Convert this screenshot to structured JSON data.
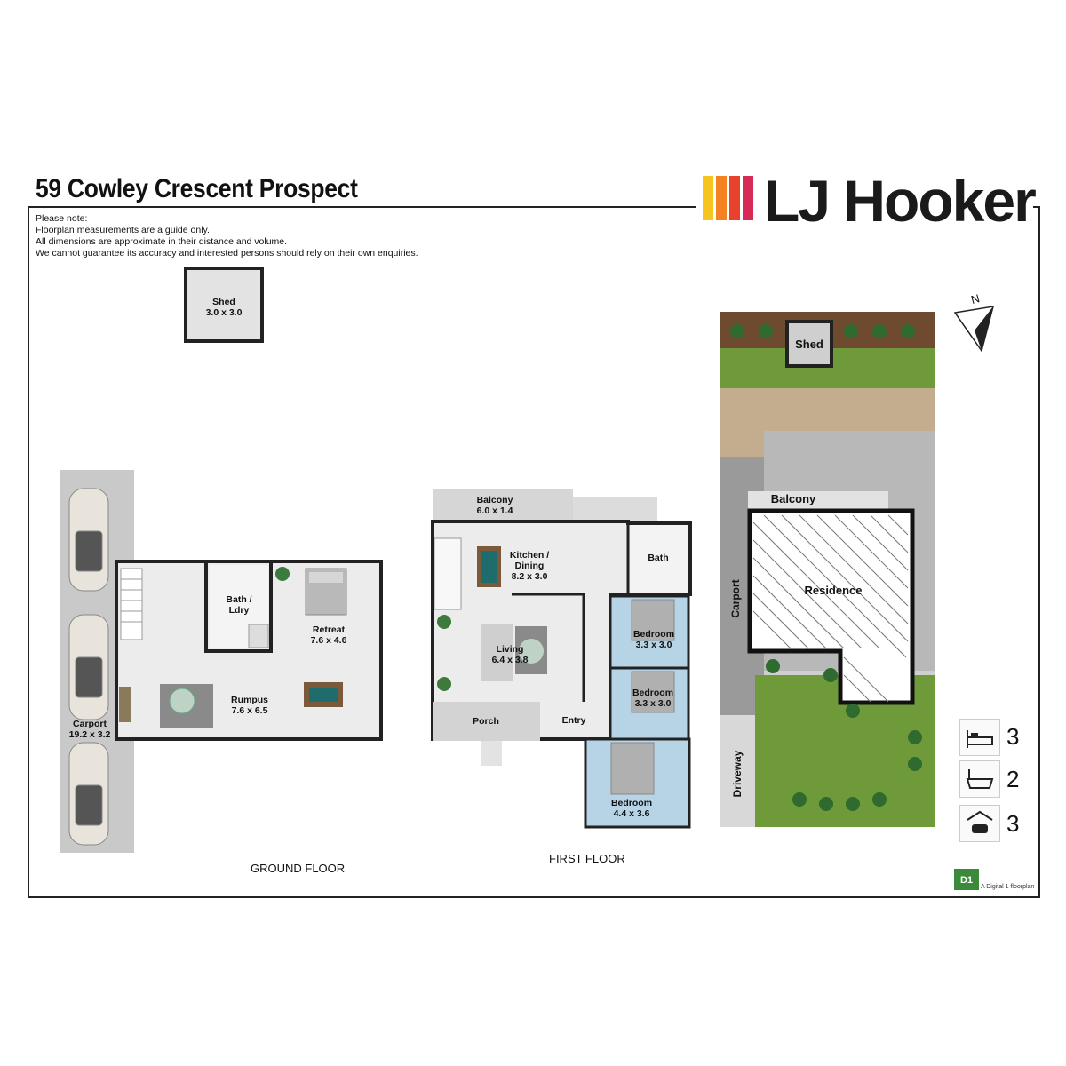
{
  "header": {
    "address": "59 Cowley Crescent Prospect",
    "brand": "LJ Hooker",
    "brand_colors": [
      "#f7c41f",
      "#f58220",
      "#e8412c",
      "#d62a57"
    ]
  },
  "notes": {
    "line1": "Please note:",
    "line2": "Floorplan measurements are a guide only.",
    "line3": "All dimensions are approximate in their distance and volume.",
    "line4": "We cannot guarantee its accuracy and interested persons should rely on their own enquiries."
  },
  "ground_floor": {
    "label": "GROUND FLOOR",
    "shed": {
      "name": "Shed",
      "size": "3.0 x 3.0"
    },
    "carport": {
      "name": "Carport",
      "size": "19.2 x 3.2"
    },
    "bath": {
      "name": "Bath /",
      "name2": "Ldry"
    },
    "retreat": {
      "name": "Retreat",
      "size": "7.6 x 4.6"
    },
    "rumpus": {
      "name": "Rumpus",
      "size": "7.6 x 6.5"
    }
  },
  "first_floor": {
    "label": "FIRST FLOOR",
    "balcony": {
      "name": "Balcony",
      "size": "6.0 x 1.4"
    },
    "kitchen": {
      "name": "Kitchen /",
      "name2": "Dining",
      "size": "8.2 x 3.0"
    },
    "bath": {
      "name": "Bath"
    },
    "living": {
      "name": "Living",
      "size": "6.4 x 3.8"
    },
    "bed1": {
      "name": "Bedroom",
      "size": "3.3 x 3.0"
    },
    "bed2": {
      "name": "Bedroom",
      "size": "3.3 x 3.0"
    },
    "bed3": {
      "name": "Bedroom",
      "size": "4.4 x 3.6"
    },
    "porch": {
      "name": "Porch"
    },
    "entry": {
      "name": "Entry"
    }
  },
  "site": {
    "shed": "Shed",
    "balcony": "Balcony",
    "residence": "Residence",
    "carport": "Carport",
    "driveway": "Driveway",
    "north": "N"
  },
  "features": {
    "beds": "3",
    "baths": "2",
    "cars": "3",
    "bed_icon": "bed-icon",
    "bath_icon": "bathtub-icon",
    "car_icon": "garage-car-icon"
  },
  "credit": {
    "badge": "D1",
    "text": "A Digital 1 floorplan"
  }
}
